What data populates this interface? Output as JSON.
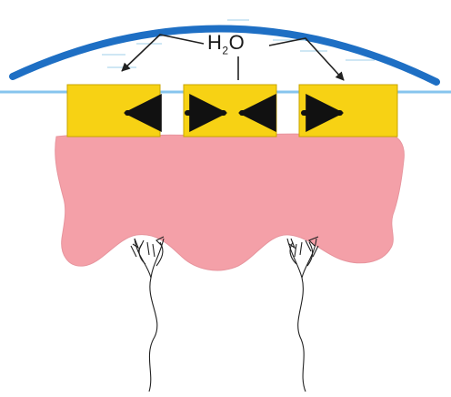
{
  "diagram": {
    "label_main": "H",
    "label_sub": "2",
    "label_tail": "O",
    "colors": {
      "water_surface": "#1e6fc4",
      "water_line": "#87c5ee",
      "cells": "#f7d214",
      "cell_border": "#c9a600",
      "tissue": "#f4a0a8",
      "tissue_edge": "#d97f88",
      "arrows": "#111111",
      "nerves": "#222222"
    },
    "elements": {
      "surface_layer": "water film",
      "cell_row": 3,
      "transport_arrows": 4,
      "nerve_endings": 2
    }
  }
}
